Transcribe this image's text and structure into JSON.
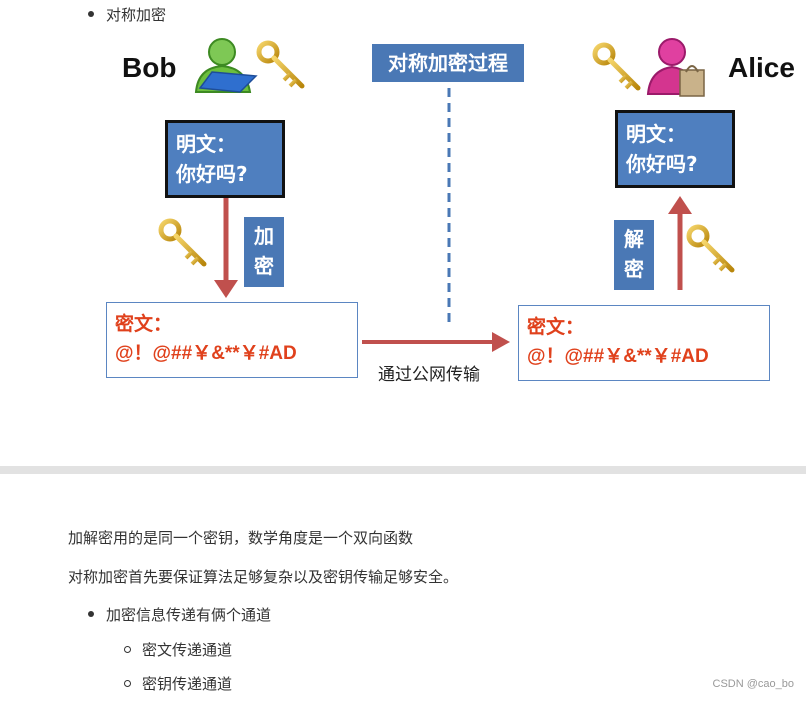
{
  "top_bullet": "对称加密",
  "diagram": {
    "bob": "Bob",
    "alice": "Alice",
    "process_title": "对称加密过程",
    "left_plaintext": [
      "明文：",
      "你好吗?"
    ],
    "right_plaintext": [
      "明文：",
      "你好吗?"
    ],
    "encrypt_label": [
      "加",
      "密"
    ],
    "decrypt_label": [
      "解",
      "密"
    ],
    "left_cipher": [
      "密文：",
      "@！@##￥&**￥#AD"
    ],
    "right_cipher": [
      "密文：",
      "@！@##￥&**￥#AD"
    ],
    "transmit_label": "通过公网传输"
  },
  "body": {
    "para1": "加解密用的是同一个密钥，数学角度是一个双向函数",
    "para2": "对称加密首先要保证算法足够复杂以及密钥传输足够安全。",
    "bullet": "加密信息传递有俩个通道",
    "sub_items": [
      "密文传递通道",
      "密钥传递通道"
    ]
  },
  "watermark": "CSDN @cao_bo",
  "colors": {
    "blue": "#4a78b5",
    "red_arrow": "#c0504d",
    "cipher_text": "#e0411c",
    "key_gold": "#d8a526"
  }
}
